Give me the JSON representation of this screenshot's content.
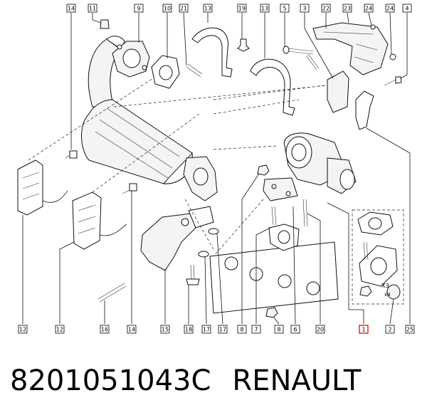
{
  "caption": {
    "part_number": "8201051043C",
    "brand": "RENAULT"
  },
  "callouts": {
    "c1": "14",
    "c2": "11",
    "c3": "9",
    "c4": "10",
    "c5": "21",
    "c6": "13",
    "c7": "19",
    "c8": "13",
    "c9": "5",
    "c10": "3",
    "c11": "22",
    "c12": "23",
    "c13": "24",
    "c14": "24",
    "c15": "4",
    "b1": "12",
    "b2": "12",
    "b3": "16",
    "b4": "14",
    "b5": "15",
    "b6": "18",
    "b7": "17",
    "b8": "17",
    "b9": "8",
    "b10": "7",
    "b11": "8",
    "b12": "6",
    "b13": "20",
    "b14": "1",
    "b15": "2",
    "b16": "25"
  },
  "labels": {
    "x3": "X3",
    "x4": "x4"
  },
  "colors": {
    "highlight_box": "#e02020",
    "line": "#111111"
  }
}
